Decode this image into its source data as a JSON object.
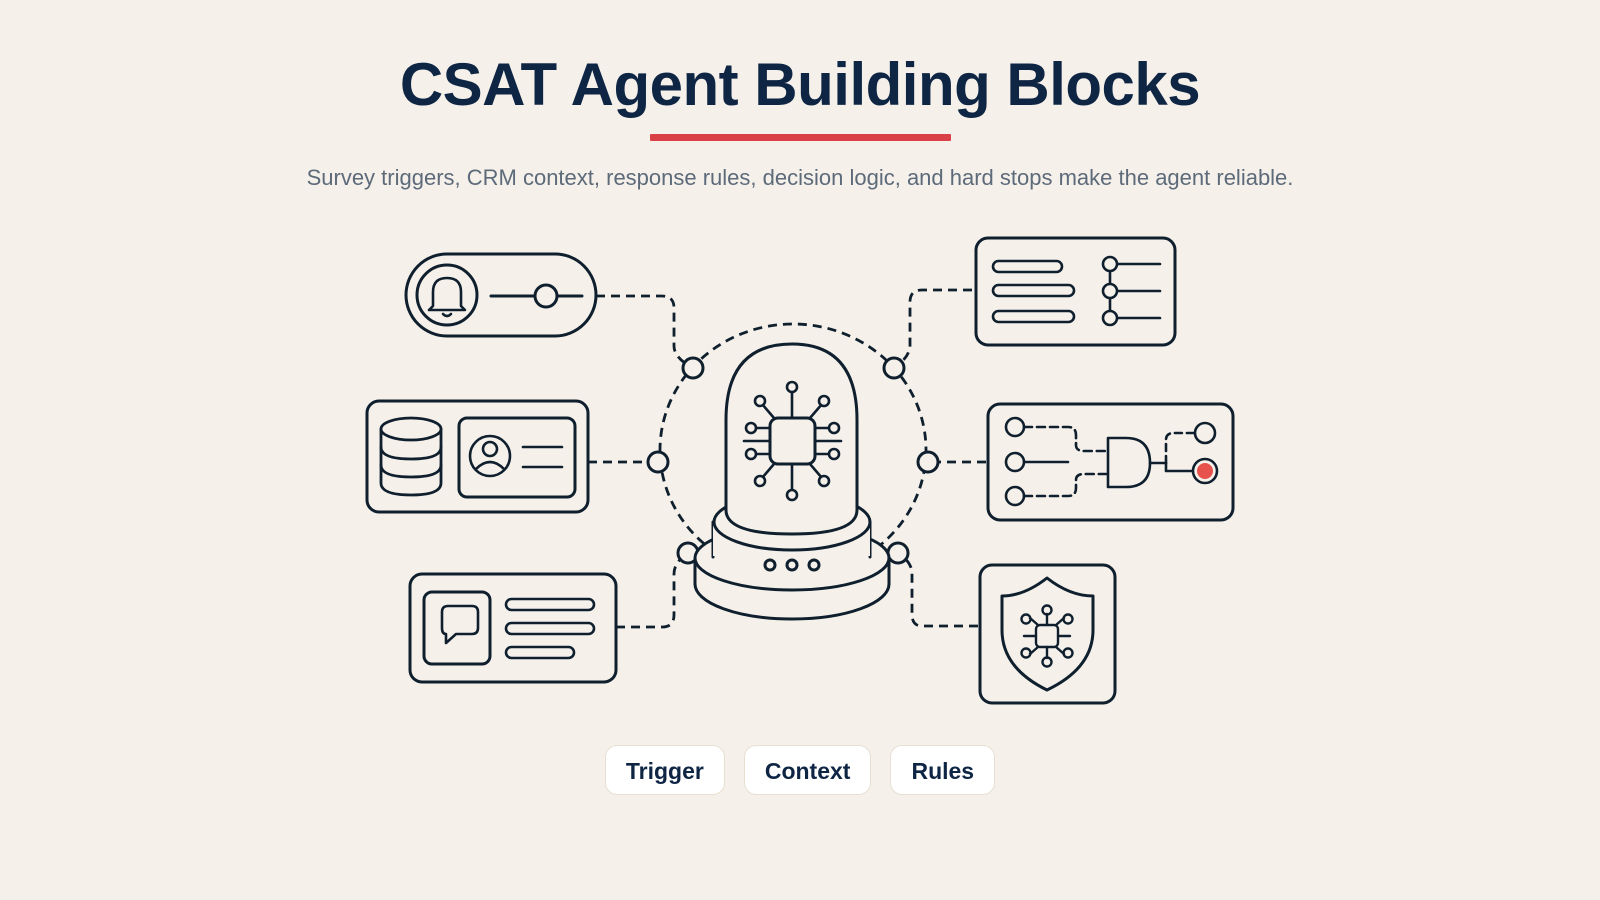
{
  "header": {
    "title": "CSAT Agent Building Blocks",
    "subtitle": "Survey triggers, CRM context, response rules, decision logic, and hard stops make the agent reliable."
  },
  "tags": [
    "Trigger",
    "Context",
    "Rules"
  ],
  "colors": {
    "background": "#f5f1ea",
    "ink": "#0f2544",
    "accent_red": "#d94147",
    "status_dot": "#e8524d",
    "subtitle": "#5d6a7a"
  },
  "icons": {
    "center": "ai-chip-dome-icon",
    "trigger": "bell-toggle-icon",
    "context": "database-contact-card-icon",
    "response": "chat-message-icon",
    "rules": "checklist-icon",
    "logic": "logic-gate-icon",
    "hard_stops": "shield-chip-icon"
  }
}
